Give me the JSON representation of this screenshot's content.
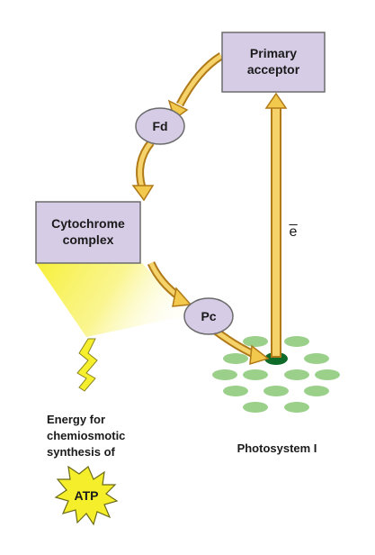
{
  "primary_acceptor": {
    "line1": "Primary",
    "line2": "acceptor"
  },
  "fd": {
    "label": "Fd"
  },
  "cytochrome": {
    "line1": "Cytochrome",
    "line2": "complex"
  },
  "pc": {
    "label": "Pc"
  },
  "electron": {
    "symbol": "e̅"
  },
  "energy": {
    "line1": "Energy for",
    "line2": "chemiosmotic",
    "line3": "synthesis of"
  },
  "atp": {
    "label": "ATP"
  },
  "photosystem": {
    "label": "Photosystem I"
  },
  "colors": {
    "box_fill": "#d6cce6",
    "box_stroke": "#6b6b6b",
    "arrow_fill": "#f2c94c",
    "arrow_stroke": "#b07a18",
    "light_beam": "#f5ee3a",
    "chlorophyll_light": "#9bd08a",
    "chlorophyll_dark": "#0f6b2a",
    "atp_star": "#f4ef2a"
  }
}
